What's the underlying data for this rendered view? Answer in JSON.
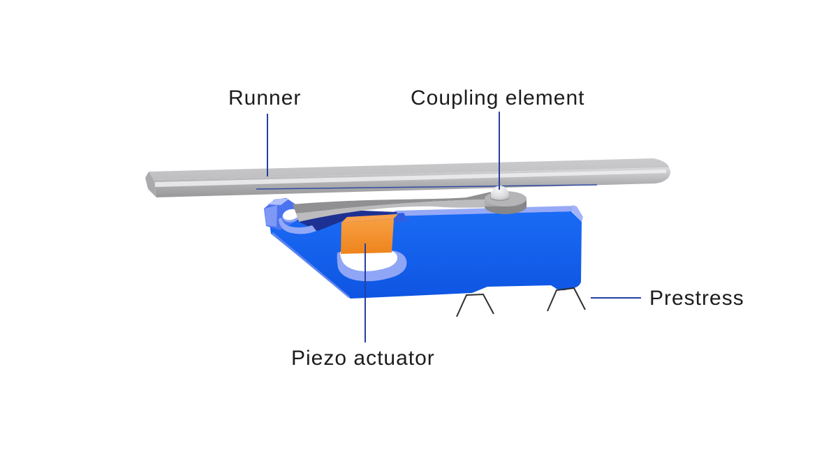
{
  "labels": {
    "runner": "Runner",
    "coupling_element": "Coupling element",
    "piezo_actuator": "Piezo actuator",
    "prestress": "Prestress"
  },
  "colors": {
    "background": "#ffffff",
    "text": "#1c1c1c",
    "leader_line": "#2340a0",
    "support_stroke": "#2e2e2e",
    "block_blue": "#1463f2",
    "block_top_blue": "#97a9f6",
    "slot_navy": "#1d3193",
    "piezo_orange": "#f18c27",
    "piezo_orange_top": "#f7a14d",
    "runner_gray": "#b9b9bb",
    "metal_highlight": "#ececed",
    "coupling_dome_gray": "#d9d9db"
  }
}
